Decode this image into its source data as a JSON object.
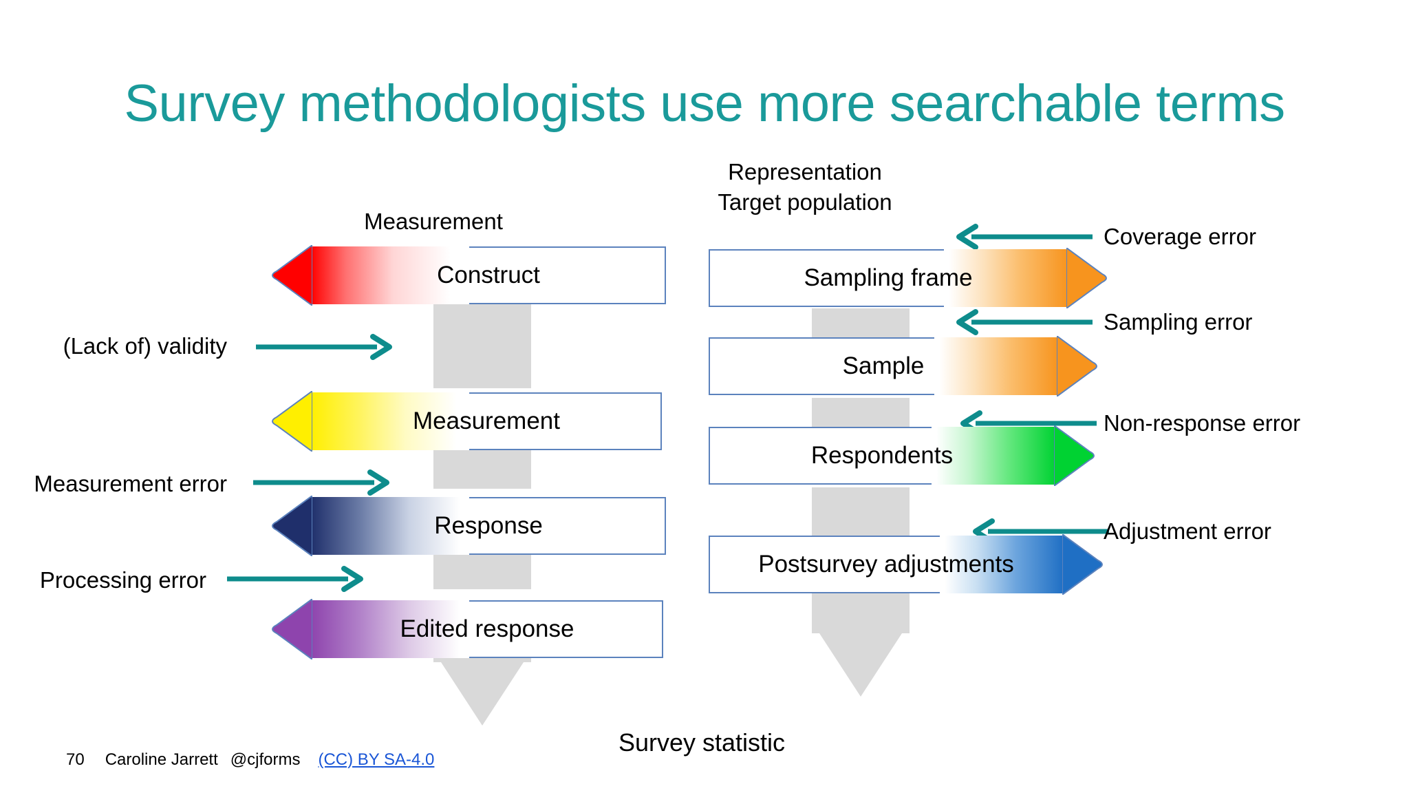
{
  "title": "Survey methodologists use more searchable terms",
  "theme": {
    "title_color": "#1a9a9a",
    "box_border_color": "#5b82bd",
    "connector_gray": "#d9d9d9",
    "arrow_teal": "#0e8c8c",
    "link_blue": "#1a56d6"
  },
  "columns": {
    "measurement": {
      "header": "Measurement",
      "stages": [
        {
          "label": "Construct",
          "accent_color": "#ff0000"
        },
        {
          "label": "Measurement",
          "accent_color": "#ffef00"
        },
        {
          "label": "Response",
          "accent_color": "#1f2f6b"
        },
        {
          "label": "Edited response",
          "accent_color": "#8e44ad"
        }
      ],
      "error_labels": [
        "(Lack of) validity",
        "Measurement error",
        "Processing error"
      ]
    },
    "representation": {
      "header": "Representation\nTarget population",
      "stages": [
        {
          "label": "Sampling frame",
          "accent_color": "#f7941e"
        },
        {
          "label": "Sample",
          "accent_color": "#f7941e"
        },
        {
          "label": "Respondents",
          "accent_color": "#00d232"
        },
        {
          "label": "Postsurvey adjustments",
          "accent_color": "#1f6fc4"
        }
      ],
      "error_labels": [
        "Coverage error",
        "Sampling error",
        "Non-response error",
        "Adjustment error"
      ]
    }
  },
  "outcome_label": "Survey statistic",
  "footer": {
    "page_number": "70",
    "author": "Caroline Jarrett",
    "handle": "@cjforms",
    "license": "(CC) BY SA-4.0"
  }
}
